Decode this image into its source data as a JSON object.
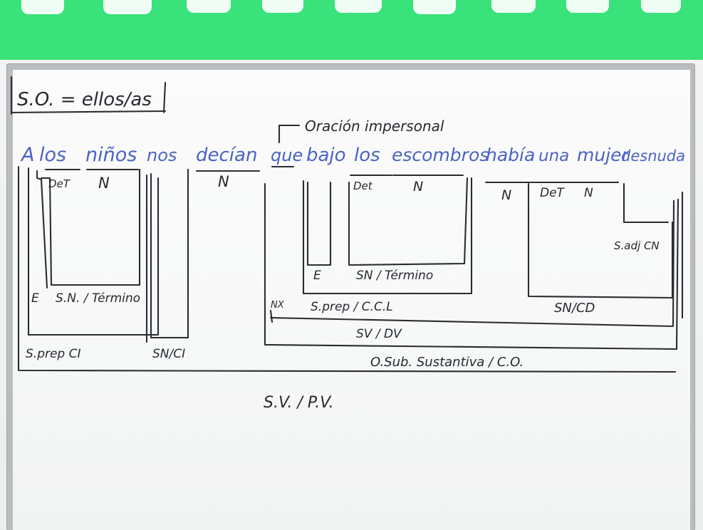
{
  "subject_note": "S.O. = ellos/as",
  "impersonal_note": "Oración impersonal",
  "sentence": {
    "words": [
      {
        "text": "A"
      },
      {
        "text": "los"
      },
      {
        "text": "niños"
      },
      {
        "text": "nos"
      },
      {
        "text": "decían"
      },
      {
        "text": "que"
      },
      {
        "text": "bajo"
      },
      {
        "text": "los"
      },
      {
        "text": "escombros"
      },
      {
        "text": "había"
      },
      {
        "text": "una"
      },
      {
        "text": "mujer"
      },
      {
        "text": "desnuda"
      }
    ]
  },
  "word_labels": {
    "det1": "DeT",
    "n_ninos": "N",
    "n_decian": "N",
    "det2": "Det",
    "n_escombros": "N",
    "n_habia": "N",
    "det3": "DeT",
    "n_mujer": "N",
    "nx": "NX"
  },
  "phrase_labels": {
    "e1": "E",
    "sn_termino1": "S.N. / Término",
    "sprep_ci": "S.prep CI",
    "sn_ci": "SN/CI",
    "e2": "E",
    "sn_termino2": "SN / Término",
    "sprep_ccl": "S.prep / C.C.L",
    "sadj_cn": "S.adj CN",
    "sn_cd": "SN/CD",
    "sv_dv": "SV / DV",
    "osub": "O.Sub. Sustantiva / C.O.",
    "sv_pv": "S.V. / P.V."
  },
  "colors": {
    "ink_black": "#26292f",
    "ink_blue": "#4a63c4",
    "band_green": "#39e27a"
  }
}
